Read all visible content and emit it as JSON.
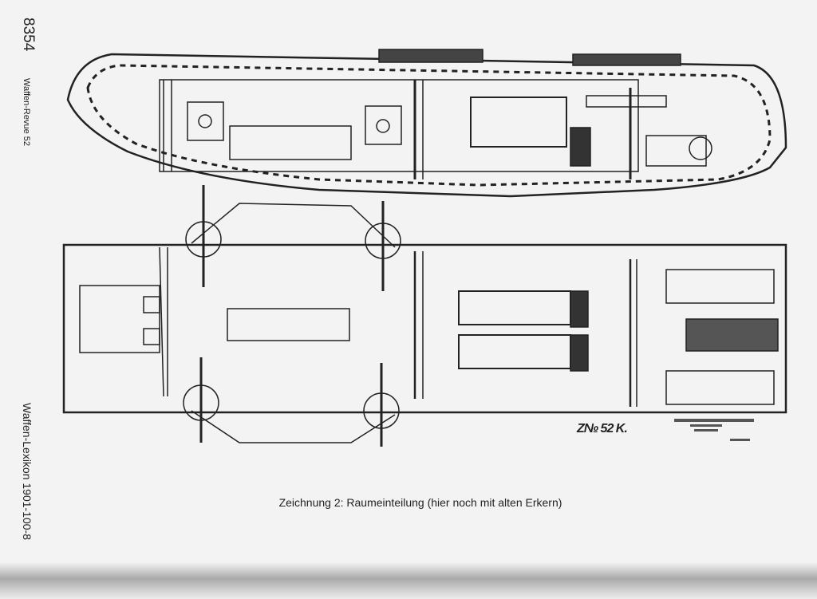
{
  "margin": {
    "page_number": "8354",
    "journal": "Waffen-Revue 52",
    "lexikon_ref": "Waffen-Lexikon 1901-100-8"
  },
  "figure": {
    "caption": "Zeichnung 2: Raumeinteilung (hier noch mit alten Erkern)",
    "drawing_number": "Z№ 52 K."
  }
}
